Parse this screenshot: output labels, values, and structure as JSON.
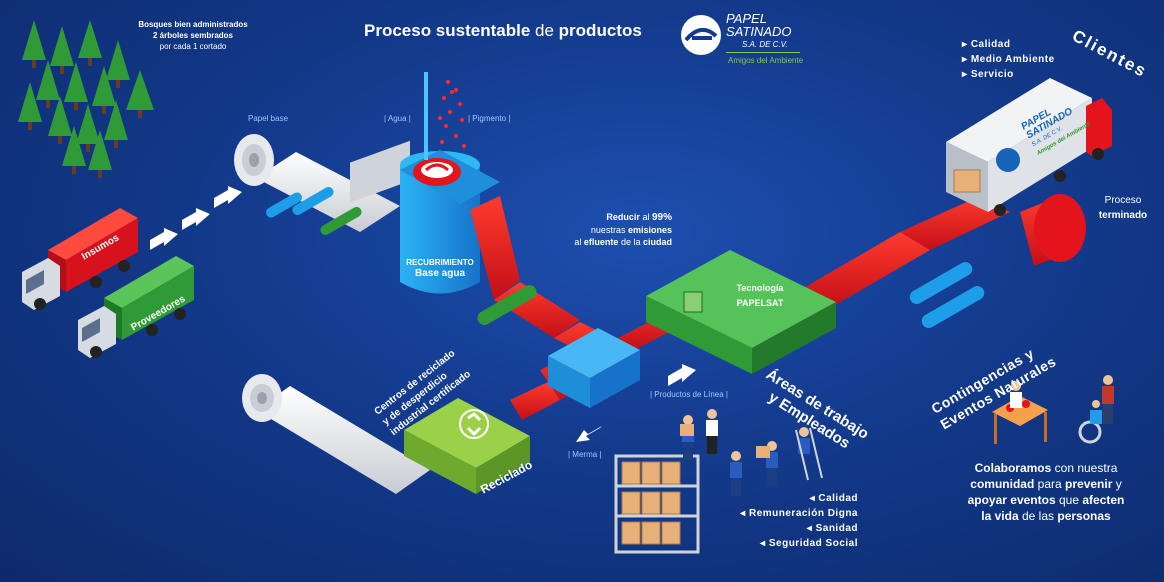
{
  "header": {
    "title_bold_1": "Proceso sustentable",
    "title_normal": "de",
    "title_bold_2": "productos"
  },
  "logo": {
    "name_line1": "PAPEL",
    "name_line2": "SATINADO",
    "legal": "S.A. DE C.V.",
    "tagline": "Amigos del Ambiente"
  },
  "forest": {
    "line1": "Bosques bien administrados",
    "line2_bold": "2 árboles sembrados",
    "line3": "por cada 1 cortado"
  },
  "trucks": {
    "insumos": "Insumos",
    "proveedores": "Proveedores",
    "client_truck_line1": "PAPEL",
    "client_truck_line2": "SATINADO",
    "client_truck_legal": "S.A. DE C.V.",
    "client_truck_tag": "Amigos del Ambiente"
  },
  "process": {
    "papel_base": "Papel base",
    "agua": "| Agua |",
    "pigmento": "| Pigmento |",
    "recubrimiento": "RECUBRIMIENTO",
    "base_agua": "Base agua",
    "tecnologia": "Tecnología",
    "papelsat": "PAPELSAT",
    "productos_linea": "| Productos de Línea |",
    "merma": "| Merma |",
    "reciclado": "Reciclado",
    "proceso": "Proceso",
    "terminado": "terminado"
  },
  "emissions": {
    "line1_a": "Reducir",
    "line1_b": "al",
    "line1_c": "99%",
    "line2_a": "nuestras",
    "line2_b": "emisiones",
    "line3_a": "al",
    "line3_b": "efluente",
    "line3_c": "de la",
    "line3_d": "ciudad"
  },
  "recycling_centers": {
    "line1": "Centros de reciclado",
    "line2": "y de desperdicio",
    "line3": "industrial certificado"
  },
  "clientes": {
    "title": "Clientes",
    "items": [
      "Calidad",
      "Medio Ambiente",
      "Servicio"
    ]
  },
  "areas": {
    "line1": "Áreas de trabajo",
    "line2": "y Empleados",
    "items": [
      "Calidad",
      "Remuneración Digna",
      "Sanidad",
      "Seguridad Social"
    ]
  },
  "contingencias": {
    "line1": "Contingencias y",
    "line2": "Eventos Naturales",
    "p1_bold": "Colaboramos",
    "p1_rest": "con nuestra",
    "p2_bold_a": "comunidad",
    "p2_mid": "para",
    "p2_bold_b": "prevenir",
    "p2_end": "y",
    "p3_bold_a": "apoyar eventos",
    "p3_mid": "que",
    "p3_bold_b": "afecten",
    "p4_bold_a": "la vida",
    "p4_mid": "de las",
    "p4_bold_b": "personas"
  },
  "colors": {
    "background": "#133a8c",
    "process_red": "#e3141b",
    "machine_green": "#3cae3c",
    "recycle_green": "#8dc63f",
    "coat_blue": "#1e9ee8",
    "insumos_red": "#d7121d",
    "proveedores_green": "#2f9a36"
  },
  "icons": [
    "tree-icon",
    "truck-icon",
    "arrow-right-icon",
    "recycle-icon",
    "roller-icon",
    "box-icon",
    "person-icon",
    "wheelchair-icon"
  ]
}
